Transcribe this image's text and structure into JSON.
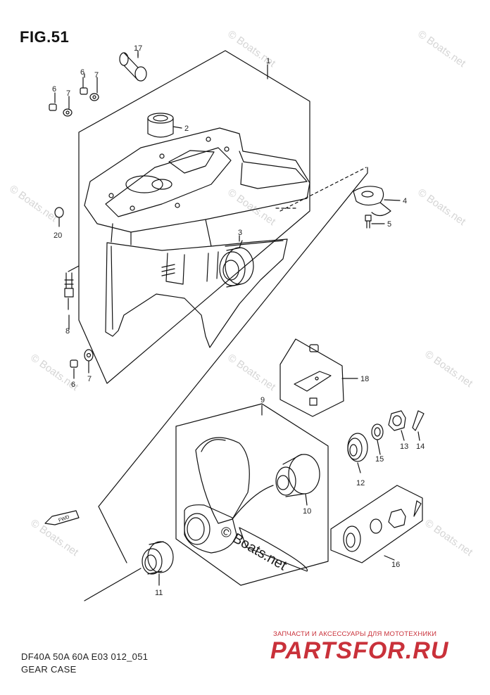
{
  "title": "FIG.51",
  "footer": {
    "model": "DF40A 50A 60A E03 012_051",
    "caption": "GEAR CASE"
  },
  "brand": {
    "subtitle": "ЗАПЧАСТИ И АКСЕССУАРЫ ДЛЯ МОТОТЕХНИКИ",
    "logo": "PARTSFOR.RU",
    "color": "#c9313a"
  },
  "watermark": {
    "main": "© Boats.net",
    "repeat": "© Boats.net"
  },
  "direction_tag": "FWD",
  "callouts": {
    "c1": "1",
    "c2": "2",
    "c3": "3",
    "c4": "4",
    "c5": "5",
    "c6a": "6",
    "c7a": "7",
    "c6b": "6",
    "c7b": "7",
    "c6c": "6",
    "c7c": "7",
    "c8": "8",
    "c9": "9",
    "c10": "10",
    "c11": "11",
    "c12": "12",
    "c13": "13",
    "c14": "14",
    "c15": "15",
    "c16": "16",
    "c17": "17",
    "c18": "18",
    "c20": "20"
  }
}
